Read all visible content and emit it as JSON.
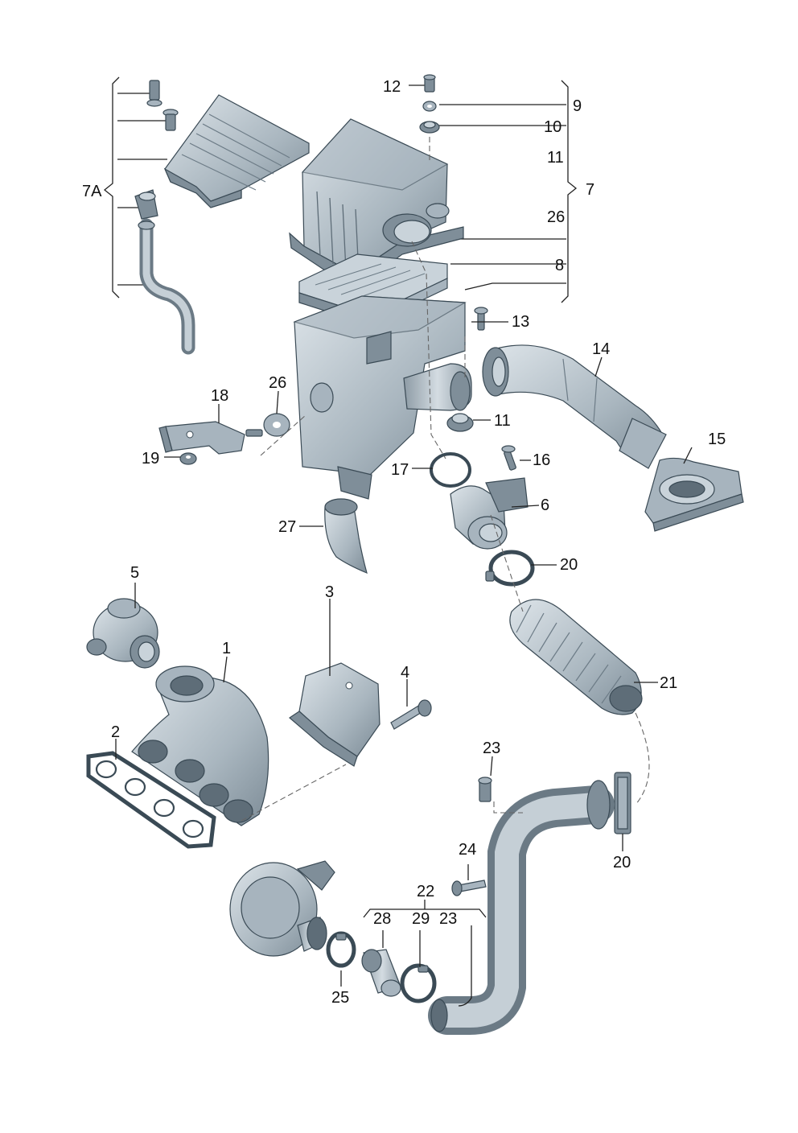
{
  "callouts": {
    "c1": "1",
    "c2": "2",
    "c3": "3",
    "c4": "4",
    "c5": "5",
    "c6": "6",
    "c7": "7",
    "c7a": "7A",
    "c8": "8",
    "c9": "9",
    "c10": "10",
    "c11a": "11",
    "c11b": "11",
    "c12": "12",
    "c13": "13",
    "c14": "14",
    "c15": "15",
    "c16": "16",
    "c17": "17",
    "c18": "18",
    "c19": "19",
    "c20a": "20",
    "c20b": "20",
    "c21": "21",
    "c22": "22",
    "c23a": "23",
    "c23b": "23",
    "c24": "24",
    "c25": "25",
    "c26a": "26",
    "c26b": "26",
    "c27": "27",
    "c28": "28",
    "c29": "29"
  },
  "colors": {
    "part_light": "#c9d3da",
    "part_mid": "#a7b4be",
    "part_dark": "#7f8e99",
    "line": "#222222"
  }
}
